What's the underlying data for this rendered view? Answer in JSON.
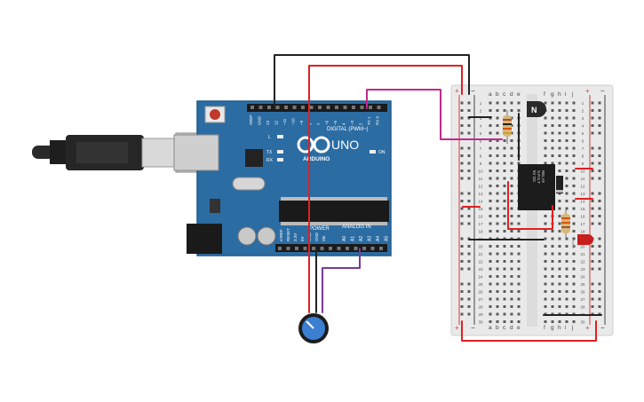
{
  "arduino": {
    "model": "UNO",
    "brand": "ARDUINO",
    "digital_label": "DIGITAL (PWM~)",
    "analog_label": "ANALOG IN",
    "power_label": "POWER",
    "on_label": "ON",
    "tx_label": "TX",
    "rx_label": "RX",
    "l_label": "L",
    "top_pins": [
      "AREF",
      "GND",
      "13",
      "12",
      "~11",
      "~10",
      "~9",
      "8",
      "7",
      "~6",
      "~5",
      "4",
      "~3",
      "2",
      "TX 1",
      "RX 0"
    ],
    "power_pins": [
      "IOREF",
      "RESET",
      "3.3V",
      "5V",
      "GND",
      "GND",
      "Vin"
    ],
    "analog_pins": [
      "A0",
      "A1",
      "A2",
      "A3",
      "A4",
      "A5"
    ]
  },
  "breadboard": {
    "col_letters_left": [
      "a",
      "b",
      "c",
      "d",
      "e"
    ],
    "col_letters_right": [
      "f",
      "g",
      "h",
      "i",
      "j"
    ],
    "rows": [
      "1",
      "2",
      "3",
      "4",
      "5",
      "6",
      "7",
      "8",
      "9",
      "10",
      "11",
      "12",
      "13",
      "14",
      "15",
      "16",
      "17",
      "18",
      "19",
      "20",
      "21",
      "22",
      "23",
      "24",
      "25",
      "26",
      "27",
      "28",
      "29",
      "30"
    ],
    "plus": "+",
    "minus": "−"
  },
  "relay": {
    "text": [
      "5V DC",
      "S.P.S.T",
      "RELAY"
    ]
  },
  "transistor": {
    "label": "N"
  },
  "colors": {
    "board": "#2b6ca3",
    "board_dark": "#1f5a8c",
    "wire_red": "#e02020",
    "wire_black": "#222222",
    "wire_magenta": "#c2288f",
    "wire_purple": "#7a3b9a",
    "breadboard": "#e9e9e9",
    "led": "#c81e1e",
    "pot_knob": "#3b7fd1"
  }
}
